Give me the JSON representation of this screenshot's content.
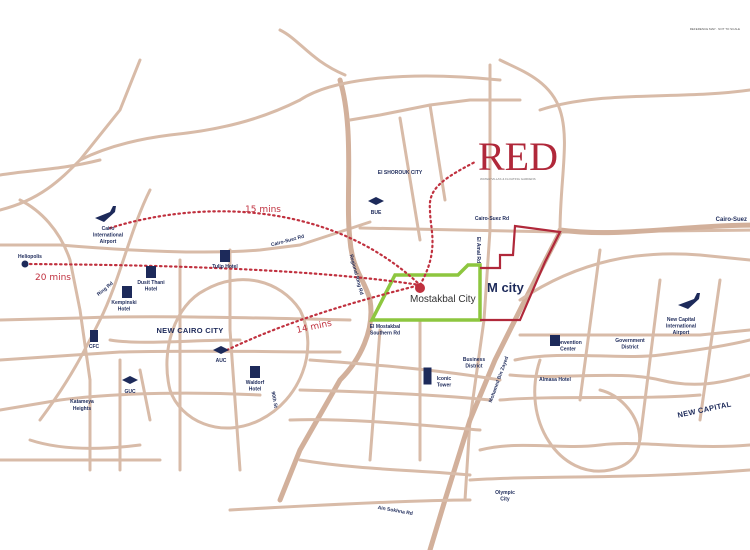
{
  "header": {
    "corner_note": "REFERENCE MAP · NOT TO SCALE"
  },
  "logo": {
    "text": "RED",
    "tagline": "WATER VILLAS & FLOATING GARDENS",
    "color": "#b0283a"
  },
  "colors": {
    "road": "#d8bba8",
    "route": "#c0313f",
    "mostakbal_boundary": "#8dc63f",
    "mcity_boundary": "#b0283a",
    "label": "#1d2a5a"
  },
  "routes": [
    {
      "from": "Cairo International Airport",
      "label": "15 mins"
    },
    {
      "from": "Heliopolis",
      "label": "20 mins"
    },
    {
      "from": "AUC",
      "label": "14 mins"
    }
  ],
  "areas": {
    "new_cairo": "NEW CAIRO CITY",
    "new_capital": "NEW CAPITAL",
    "shorouk": "El SHOROUK CITY",
    "mostakbal": "Mostakbal City",
    "mcity": "M city"
  },
  "places": {
    "heliopolis": "Heliopolis",
    "cairo_airport": [
      "Cairo",
      "International",
      "Airport"
    ],
    "tulip": "Tulip Hotel",
    "dusit": [
      "Dusit Thani",
      "Hotel"
    ],
    "kempinski": [
      "Kempinski",
      "Hotel"
    ],
    "cfc": "CFC",
    "auc": "AUC",
    "guc": "GUC",
    "bue": "BUE",
    "katameya": [
      "Katameya",
      "Heights"
    ],
    "waldorf": [
      "Waldorf",
      "Hotel"
    ],
    "business": [
      "Business",
      "District"
    ],
    "iconic": [
      "Iconic",
      "Tower"
    ],
    "almasa": "Almasa Hotel",
    "convention": [
      "Convention",
      "Center"
    ],
    "government": [
      "Government",
      "District"
    ],
    "capital_airport": [
      "New Capital",
      "International",
      "Airport"
    ],
    "olympic": [
      "Olympic",
      "City"
    ]
  },
  "roads": {
    "cairo_suez_1": "Cairo-Suez Rd",
    "cairo_suez_2": "Cairo-Suez Rd",
    "cairo_suez_3": "Cairo-Suez",
    "ring": "Ring Rd",
    "southern": [
      "El Mostakbal",
      "Southern Rd"
    ],
    "regional": "Regional Ring Rd",
    "amal": "El Amal Rd",
    "mbz": "Mohamed Bin Zayed",
    "ain_sokhna": "Ain Sokhna Rd",
    "waldorf_rd": "90th St"
  }
}
